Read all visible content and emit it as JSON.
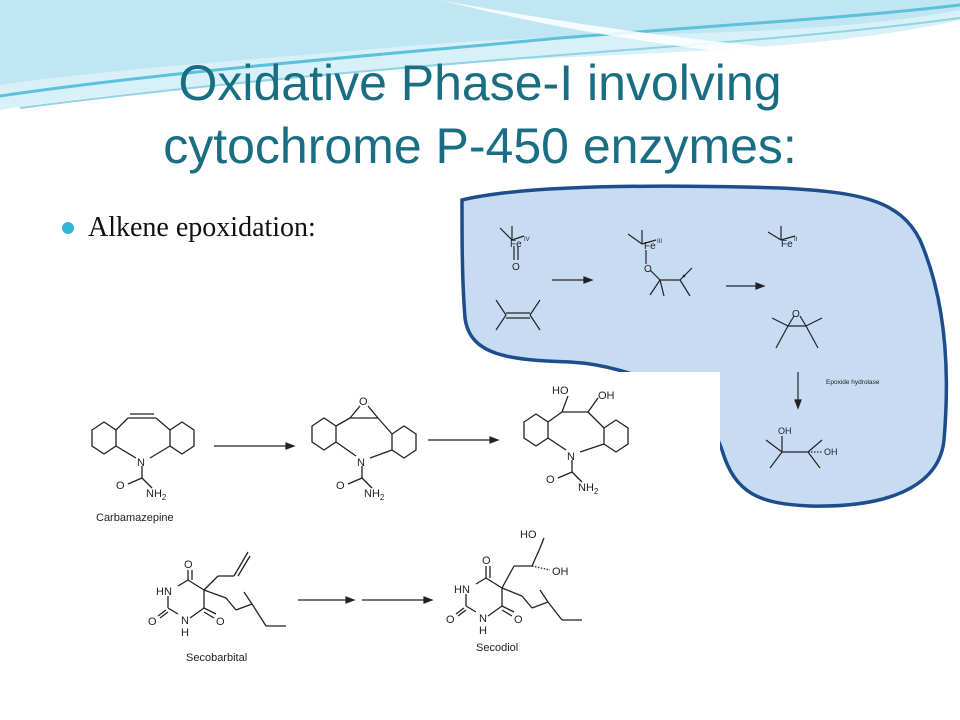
{
  "slide": {
    "title_line1": "Oxidative Phase-I involving",
    "title_line2": "cytochrome P-450 enzymes:",
    "bullet": "Alkene epoxidation:"
  },
  "mechanism": {
    "fe_iv": "Fe",
    "fe_iv_sup": "IV",
    "fe_iii": "Fe",
    "fe_iii_sup": "III",
    "fe_ii": "Fe",
    "fe_ii_sup": "II",
    "o_oxo": "O",
    "o_bound": "O",
    "o_epoxide": "O",
    "enzyme_label": "Epoxide hydrolase",
    "oh_top": "OH",
    "oh_right": "OH"
  },
  "carbamazepine": {
    "n": "N",
    "o": "O",
    "nh2": "NH",
    "nh2_sub": "2",
    "name": "Carbamazepine",
    "epoxide_o": "O",
    "epoxide_n": "N",
    "epoxide_o2": "O",
    "epoxide_nh2": "NH",
    "epoxide_nh2_sub": "2",
    "diol_ho": "HO",
    "diol_oh": "OH",
    "diol_n": "N",
    "diol_o": "O",
    "diol_nh2": "NH",
    "diol_nh2_sub": "2"
  },
  "secobarbital": {
    "hn": "HN",
    "o_top": "O",
    "o_left": "O",
    "o_right": "O",
    "n_bottom": "N",
    "h_bottom": "H",
    "name": "Secobarbital"
  },
  "secodiol": {
    "ho": "HO",
    "oh": "OH",
    "hn": "HN",
    "o_top": "O",
    "o_left": "O",
    "o_right": "O",
    "n_bottom": "N",
    "h_bottom": "H",
    "name": "Secodiol"
  },
  "colors": {
    "title": "#1a6e84",
    "bullet": "#38b3d8",
    "blob_fill": "#c7dcf2",
    "blob_stroke": "#1e4d8c",
    "wave_light": "#bfe6f2",
    "wave_dark": "#5ec1dc"
  }
}
